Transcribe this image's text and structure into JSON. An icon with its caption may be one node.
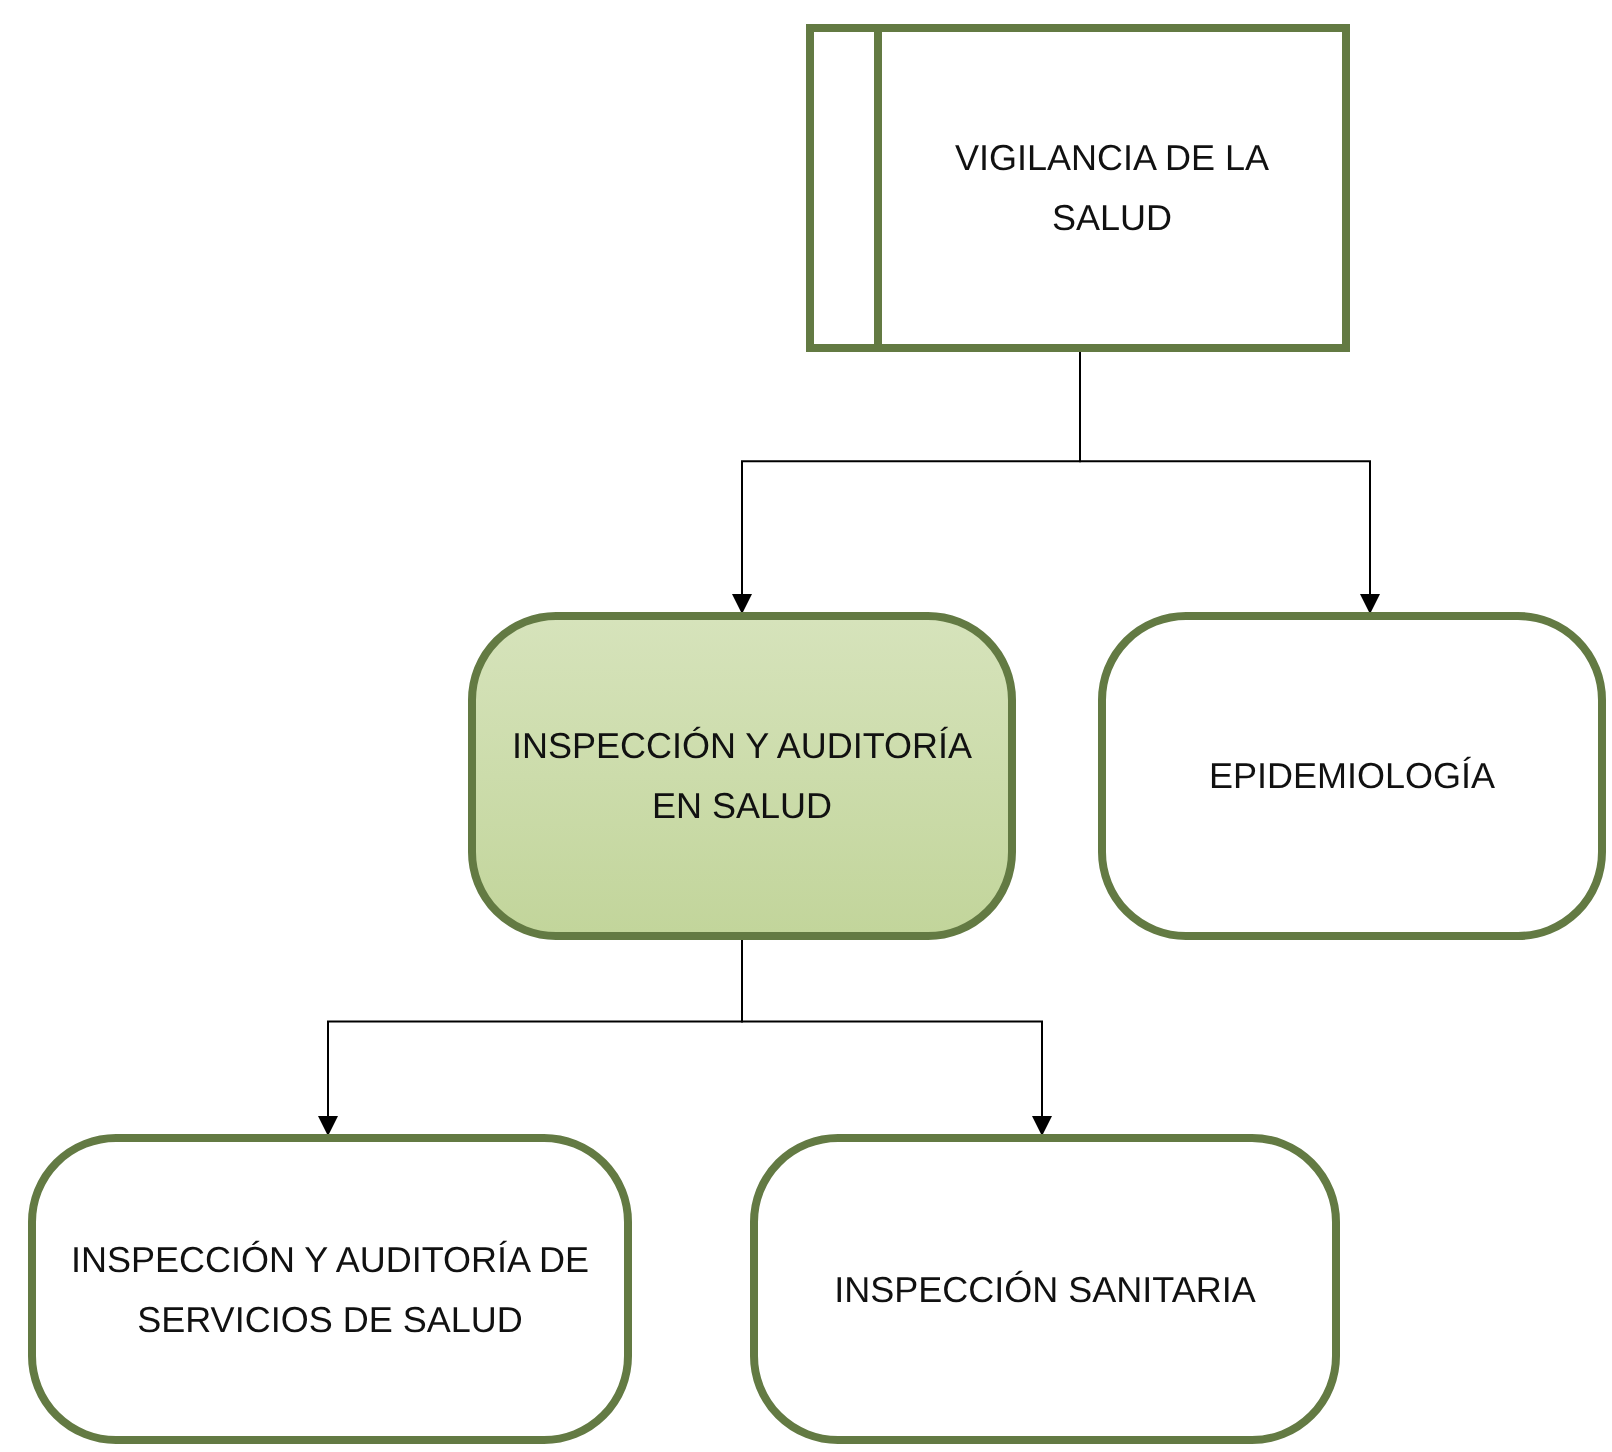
{
  "diagram": {
    "nodes": [
      {
        "text": [
          "VIGILANCIA DE LA SALUD"
        ]
      },
      {
        "text": [
          "INSPECCIÓN Y AUDITORÍA EN SALUD"
        ]
      },
      {
        "text": [
          "EPIDEMIOLOGÍA"
        ]
      },
      {
        "text": [
          "INSPECCIÓN Y AUDITORÍA DE SERVICIOS DE SALUD"
        ]
      },
      {
        "text": [
          "INSPECCIÓN SANITARIA"
        ]
      }
    ],
    "edges": [
      {
        "from": 0,
        "to": 1,
        "arrow": "to"
      },
      {
        "from": 0,
        "to": 2,
        "arrow": "to"
      },
      {
        "from": 1,
        "to": 3,
        "arrow": "to"
      },
      {
        "from": 1,
        "to": 4,
        "arrow": "to"
      }
    ]
  }
}
